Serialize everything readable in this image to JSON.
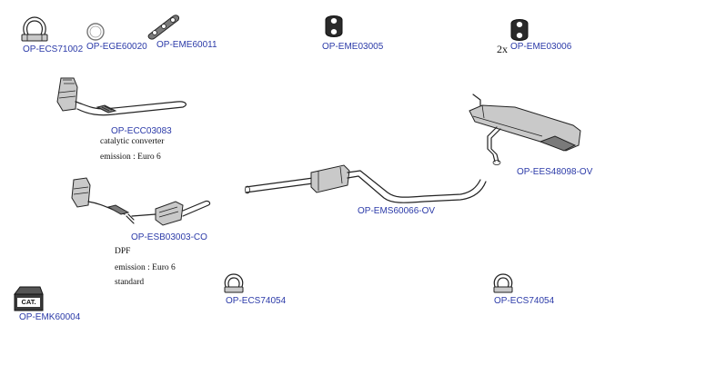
{
  "parts": [
    {
      "code": "OP-ECS71002",
      "icon": "clamp-icon"
    },
    {
      "code": "OP-EGE60020",
      "icon": "gasket-ring-icon"
    },
    {
      "code": "OP-EME60011",
      "icon": "rubber-hanger-bar-icon"
    },
    {
      "code": "OP-EME03005",
      "icon": "rubber-hanger-icon"
    },
    {
      "code": "OP-EME03006",
      "icon": "rubber-hanger-icon",
      "qty": "2x"
    },
    {
      "code": "OP-ECC03083",
      "icon": "catalytic-converter-icon",
      "notes": [
        "catalytic converter",
        "emission : Euro 6"
      ]
    },
    {
      "code": "OP-ESB03003-CO",
      "icon": "dpf-icon",
      "notes": [
        "DPF",
        "emission : Euro 6",
        "standard"
      ]
    },
    {
      "code": "OP-EMS60066-OV",
      "icon": "middle-silencer-icon"
    },
    {
      "code": "OP-EES48098-OV",
      "icon": "rear-silencer-icon"
    },
    {
      "code": "OP-ECS74054",
      "icon": "clamp-icon"
    },
    {
      "code": "OP-ECS74054",
      "icon": "clamp-icon"
    },
    {
      "code": "OP-EMK60004",
      "icon": "cat-box-icon",
      "box_label": "CAT."
    }
  ]
}
